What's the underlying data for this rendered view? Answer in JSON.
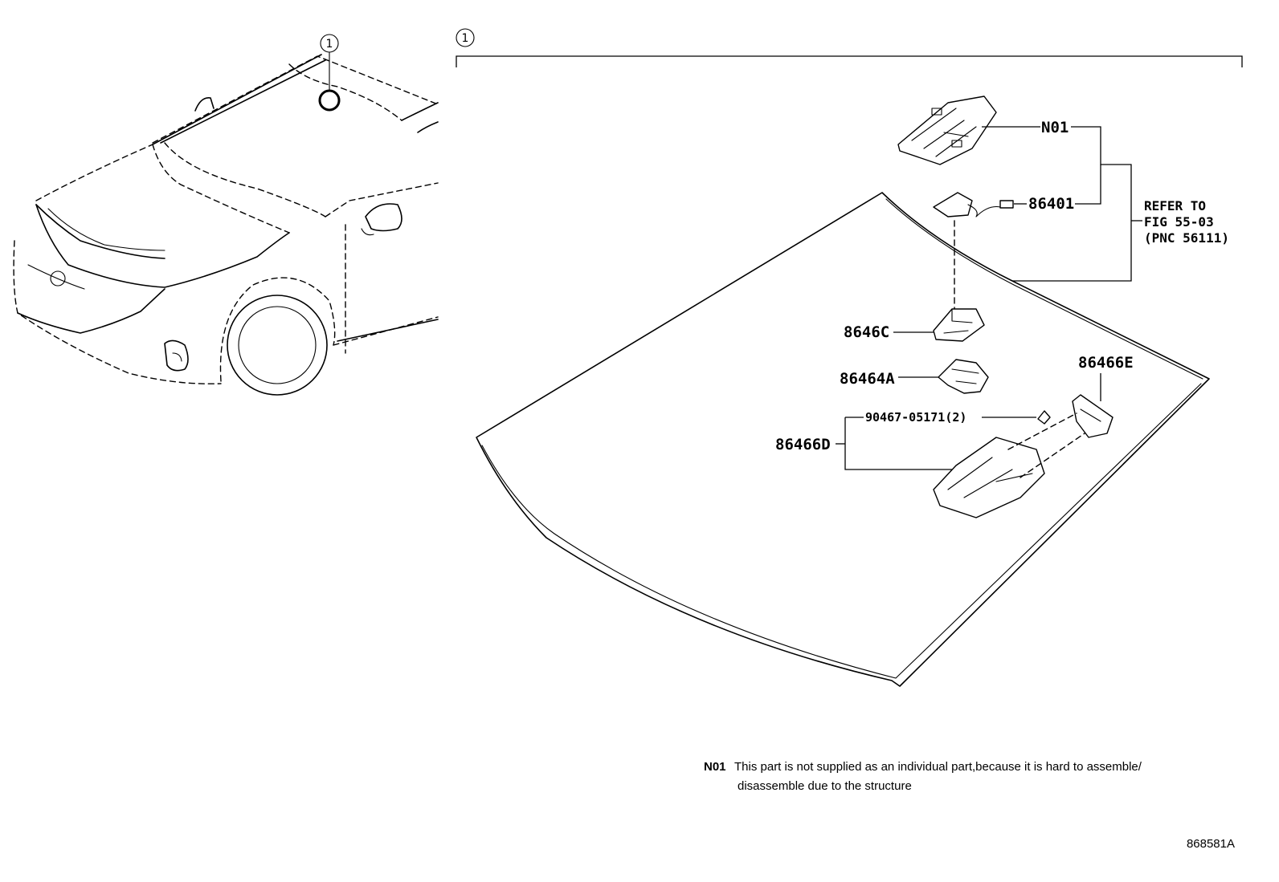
{
  "callouts": {
    "top_left": "1",
    "top_bracket": "1"
  },
  "parts": {
    "n01": "N01",
    "p86401": "86401",
    "p8646c": "8646C",
    "p86464a": "86464A",
    "p86466e": "86466E",
    "p86466d": "86466D",
    "p90467": "90467-05171(2)"
  },
  "refer": {
    "line1": "REFER TO",
    "line2": "FIG 55-03",
    "line3": "(PNC 56111)"
  },
  "note": {
    "code": "N01",
    "line1": "This part is not supplied as an individual part,because it is hard to assemble/",
    "line2": "disassemble due to the structure"
  },
  "illustration_id": "868581A"
}
